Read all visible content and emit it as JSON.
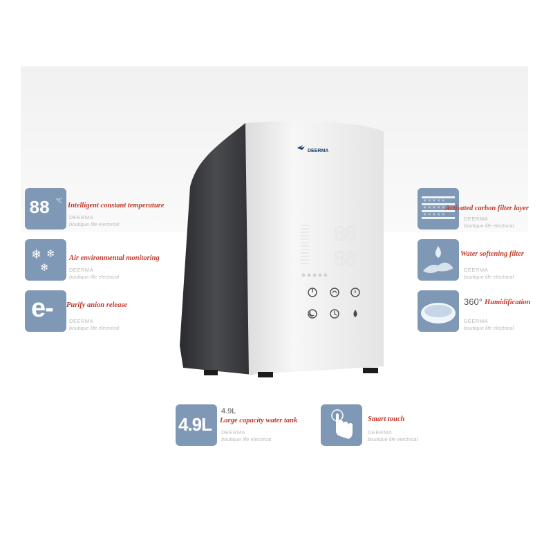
{
  "product": {
    "brand": "DEERMA",
    "display_digits_top": "88",
    "display_digits_bottom": "88",
    "buttons": [
      {
        "name": "power-button"
      },
      {
        "name": "mode-button"
      },
      {
        "name": "timer-button"
      },
      {
        "name": "sleep-button"
      },
      {
        "name": "clock-button"
      },
      {
        "name": "water-button"
      }
    ]
  },
  "features": {
    "temperature": {
      "icon": "digital-temperature-icon",
      "tile_digits": "88",
      "tile_unit": "℃",
      "title": "Intelligent constant temperature",
      "brand": "DEERMA",
      "sub": "boutique life electrical"
    },
    "air": {
      "icon": "snowflake-icon",
      "title": "Air environmental monitoring",
      "brand": "DEERMA",
      "sub": "boutique life electrical"
    },
    "anion": {
      "icon": "anion-icon",
      "tile_text": "e-",
      "title": "Purify anion release",
      "brand": "DEERMA",
      "sub": "boutique life electrical"
    },
    "carbon": {
      "icon": "filter-layers-icon",
      "title": "Activated carbon filter layer",
      "brand": "DEERMA",
      "sub": "boutique life electrical"
    },
    "softening": {
      "icon": "water-drop-icon",
      "title": "Water softening filter",
      "brand": "DEERMA",
      "sub": "boutique life electrical"
    },
    "humidification": {
      "icon": "mist-disc-icon",
      "prefix": "360°",
      "title": "Humidification",
      "brand": "DEERMA",
      "sub": "boutique life electrical"
    },
    "capacity": {
      "icon": "capacity-icon",
      "tile_text": "4.9L",
      "prefix": "4.9L",
      "title": "Large capacity water tank",
      "brand": "DEERMA",
      "sub": "boutique life electrical"
    },
    "touch": {
      "icon": "touch-hand-icon",
      "title": "Smart touch",
      "brand": "DEERMA",
      "sub": "boutique life electrical"
    }
  },
  "colors": {
    "tile": "#7f98b6",
    "title_red": "#c0392b",
    "device_dark": "#3a3b3e",
    "device_white": "#f4f4f4"
  }
}
